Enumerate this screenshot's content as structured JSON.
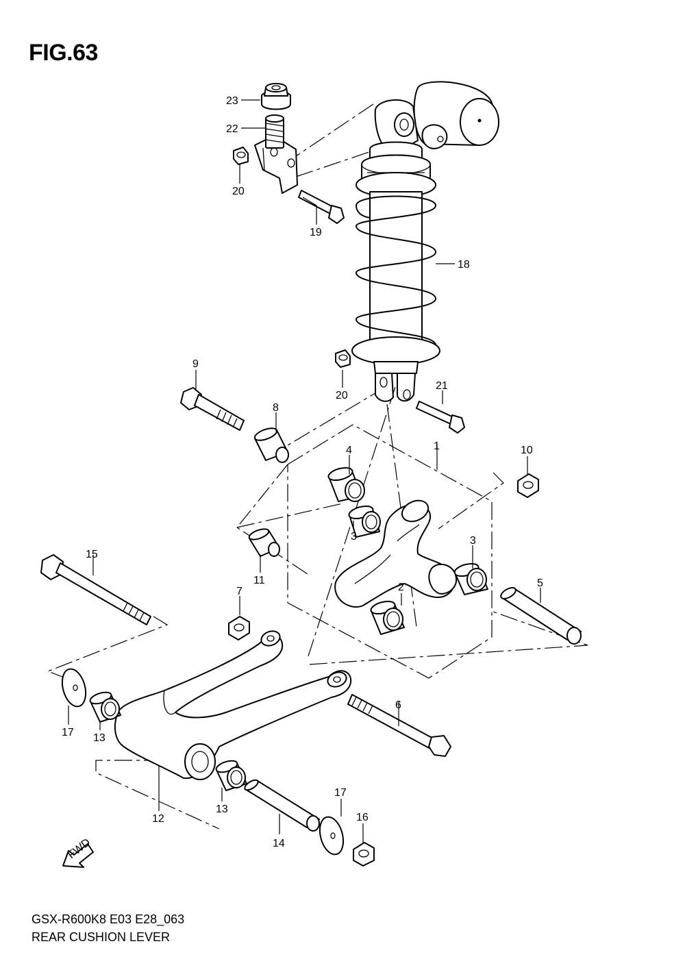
{
  "figure": {
    "title": "FIG.63",
    "model_code": "GSX-R600K8 E03 E28_063",
    "caption": "REAR CUSHION LEVER",
    "direction_label": "FWD"
  },
  "callouts": [
    {
      "id": "c1",
      "label": "1"
    },
    {
      "id": "c2",
      "label": "2"
    },
    {
      "id": "c3a",
      "label": "3"
    },
    {
      "id": "c3b",
      "label": "3"
    },
    {
      "id": "c4",
      "label": "4"
    },
    {
      "id": "c5",
      "label": "5"
    },
    {
      "id": "c6",
      "label": "6"
    },
    {
      "id": "c7",
      "label": "7"
    },
    {
      "id": "c8",
      "label": "8"
    },
    {
      "id": "c9",
      "label": "9"
    },
    {
      "id": "c10",
      "label": "10"
    },
    {
      "id": "c11",
      "label": "11"
    },
    {
      "id": "c12",
      "label": "12"
    },
    {
      "id": "c13a",
      "label": "13"
    },
    {
      "id": "c13b",
      "label": "13"
    },
    {
      "id": "c14",
      "label": "14"
    },
    {
      "id": "c15",
      "label": "15"
    },
    {
      "id": "c16",
      "label": "16"
    },
    {
      "id": "c17a",
      "label": "17"
    },
    {
      "id": "c17b",
      "label": "17"
    },
    {
      "id": "c18",
      "label": "18"
    },
    {
      "id": "c19",
      "label": "19"
    },
    {
      "id": "c20a",
      "label": "20"
    },
    {
      "id": "c20b",
      "label": "20"
    },
    {
      "id": "c21",
      "label": "21"
    },
    {
      "id": "c22",
      "label": "22"
    },
    {
      "id": "c23",
      "label": "23"
    }
  ]
}
